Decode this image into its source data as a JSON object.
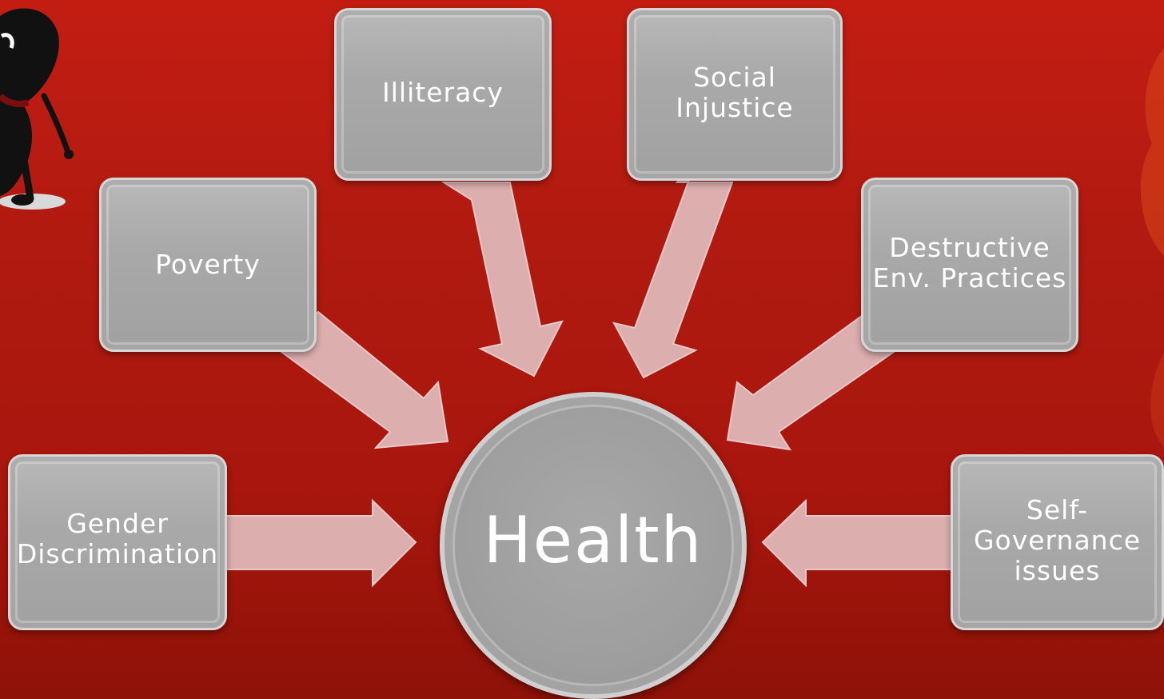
{
  "center": {
    "label": "Health"
  },
  "factors": {
    "poverty": [
      "Poverty"
    ],
    "illiteracy": [
      "Illiteracy"
    ],
    "social_injustice": [
      "Social",
      "Injustice"
    ],
    "destructive_env": [
      "Destructive",
      "Env. Practices"
    ],
    "gender_discrimination": [
      "Gender",
      "Discrimination"
    ],
    "self_governance": [
      "Self-",
      "Governance",
      "issues"
    ]
  },
  "colors": {
    "background": "#b01a10",
    "box_fill": "#a9a9a9",
    "arrow_fill": "#dcaeae",
    "text": "#ffffff"
  }
}
